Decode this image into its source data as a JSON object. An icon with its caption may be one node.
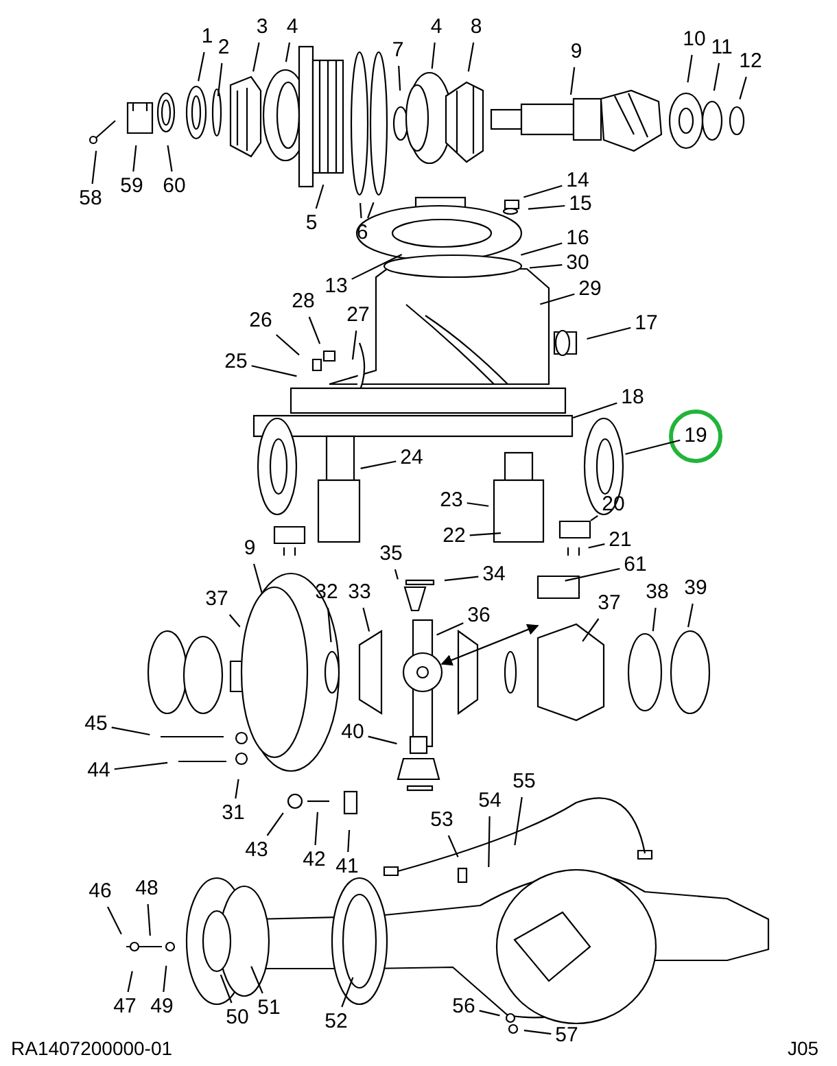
{
  "diagram": {
    "nodes": [
      {
        "text": [
          "1"
        ]
      },
      {
        "text": [
          "2"
        ]
      },
      {
        "text": [
          "3"
        ]
      },
      {
        "text": [
          "4"
        ]
      },
      {
        "text": [
          "5"
        ]
      },
      {
        "text": [
          "6"
        ]
      },
      {
        "text": [
          "7"
        ]
      },
      {
        "text": [
          "4"
        ]
      },
      {
        "text": [
          "8"
        ]
      },
      {
        "text": [
          "9"
        ]
      },
      {
        "text": [
          "10"
        ]
      },
      {
        "text": [
          "11"
        ]
      },
      {
        "text": [
          "12"
        ]
      },
      {
        "text": [
          "58"
        ]
      },
      {
        "text": [
          "59"
        ]
      },
      {
        "text": [
          "60"
        ]
      },
      {
        "text": [
          "14"
        ]
      },
      {
        "text": [
          "15"
        ]
      },
      {
        "text": [
          "13"
        ]
      },
      {
        "text": [
          "16"
        ]
      },
      {
        "text": [
          "30"
        ]
      },
      {
        "text": [
          "29"
        ]
      },
      {
        "text": [
          "17"
        ]
      },
      {
        "text": [
          "28"
        ]
      },
      {
        "text": [
          "27"
        ]
      },
      {
        "text": [
          "26"
        ]
      },
      {
        "text": [
          "25"
        ]
      },
      {
        "text": [
          "18"
        ]
      },
      {
        "text": [
          "19"
        ]
      },
      {
        "text": [
          "24"
        ]
      },
      {
        "text": [
          "23"
        ]
      },
      {
        "text": [
          "22"
        ]
      },
      {
        "text": [
          "20"
        ]
      },
      {
        "text": [
          "21"
        ]
      },
      {
        "text": [
          "9"
        ]
      },
      {
        "text": [
          "35"
        ]
      },
      {
        "text": [
          "34"
        ]
      },
      {
        "text": [
          "61"
        ]
      },
      {
        "text": [
          "37"
        ]
      },
      {
        "text": [
          "32"
        ]
      },
      {
        "text": [
          "33"
        ]
      },
      {
        "text": [
          "36"
        ]
      },
      {
        "text": [
          "37"
        ]
      },
      {
        "text": [
          "38"
        ]
      },
      {
        "text": [
          "39"
        ]
      },
      {
        "text": [
          "40"
        ]
      },
      {
        "text": [
          "45"
        ]
      },
      {
        "text": [
          "44"
        ]
      },
      {
        "text": [
          "31"
        ]
      },
      {
        "text": [
          "43"
        ]
      },
      {
        "text": [
          "42"
        ]
      },
      {
        "text": [
          "41"
        ]
      },
      {
        "text": [
          "53"
        ]
      },
      {
        "text": [
          "54"
        ]
      },
      {
        "text": [
          "55"
        ]
      },
      {
        "text": [
          "46"
        ]
      },
      {
        "text": [
          "48"
        ]
      },
      {
        "text": [
          "47"
        ]
      },
      {
        "text": [
          "49"
        ]
      },
      {
        "text": [
          "50"
        ]
      },
      {
        "text": [
          "51"
        ]
      },
      {
        "text": [
          "52"
        ]
      },
      {
        "text": [
          "56"
        ]
      },
      {
        "text": [
          "57"
        ]
      }
    ],
    "edges": [
      {
        "from": 0,
        "to": null,
        "arrow": "none"
      },
      {
        "from": 1,
        "to": null,
        "arrow": "none"
      },
      {
        "from": 2,
        "to": null,
        "arrow": "none"
      },
      {
        "from": 3,
        "to": null,
        "arrow": "none"
      },
      {
        "from": 4,
        "to": null,
        "arrow": "none"
      },
      {
        "from": 5,
        "to": null,
        "arrow": "none"
      },
      {
        "from": 5,
        "to": null,
        "arrow": "none"
      },
      {
        "from": 6,
        "to": null,
        "arrow": "none"
      },
      {
        "from": 7,
        "to": null,
        "arrow": "none"
      },
      {
        "from": 8,
        "to": null,
        "arrow": "none"
      },
      {
        "from": 9,
        "to": null,
        "arrow": "none"
      },
      {
        "from": 10,
        "to": null,
        "arrow": "none"
      },
      {
        "from": 11,
        "to": null,
        "arrow": "none"
      },
      {
        "from": 12,
        "to": null,
        "arrow": "none"
      },
      {
        "from": 13,
        "to": null,
        "arrow": "none"
      },
      {
        "from": 14,
        "to": null,
        "arrow": "none"
      },
      {
        "from": 15,
        "to": null,
        "arrow": "none"
      },
      {
        "from": 16,
        "to": null,
        "arrow": "none"
      },
      {
        "from": 17,
        "to": null,
        "arrow": "none"
      },
      {
        "from": 18,
        "to": null,
        "arrow": "none"
      },
      {
        "from": 19,
        "to": null,
        "arrow": "none"
      },
      {
        "from": 20,
        "to": null,
        "arrow": "none"
      },
      {
        "from": 21,
        "to": null,
        "arrow": "none"
      },
      {
        "from": 22,
        "to": null,
        "arrow": "none"
      },
      {
        "from": 23,
        "to": null,
        "arrow": "none"
      },
      {
        "from": 24,
        "to": null,
        "arrow": "none"
      },
      {
        "from": 25,
        "to": null,
        "arrow": "none"
      },
      {
        "from": 26,
        "to": null,
        "arrow": "none"
      },
      {
        "from": 27,
        "to": null,
        "arrow": "none"
      },
      {
        "from": 28,
        "to": null,
        "arrow": "none"
      },
      {
        "from": 29,
        "to": null,
        "arrow": "none"
      },
      {
        "from": 30,
        "to": null,
        "arrow": "none"
      },
      {
        "from": 31,
        "to": null,
        "arrow": "none"
      },
      {
        "from": 32,
        "to": null,
        "arrow": "none"
      },
      {
        "from": 33,
        "to": null,
        "arrow": "none"
      },
      {
        "from": 34,
        "to": null,
        "arrow": "none"
      },
      {
        "from": 35,
        "to": null,
        "arrow": "none"
      },
      {
        "from": 36,
        "to": null,
        "arrow": "none"
      },
      {
        "from": 37,
        "to": null,
        "arrow": "none"
      },
      {
        "from": 38,
        "to": null,
        "arrow": "none"
      },
      {
        "from": 39,
        "to": null,
        "arrow": "none"
      },
      {
        "from": 40,
        "to": null,
        "arrow": "none"
      },
      {
        "from": 41,
        "to": null,
        "arrow": "none"
      },
      {
        "from": 42,
        "to": null,
        "arrow": "none"
      },
      {
        "from": 43,
        "to": null,
        "arrow": "none"
      },
      {
        "from": 44,
        "to": null,
        "arrow": "none"
      },
      {
        "from": 45,
        "to": null,
        "arrow": "none"
      },
      {
        "from": 46,
        "to": null,
        "arrow": "none"
      },
      {
        "from": 47,
        "to": null,
        "arrow": "none"
      },
      {
        "from": 48,
        "to": null,
        "arrow": "none"
      },
      {
        "from": 49,
        "to": null,
        "arrow": "none"
      },
      {
        "from": 50,
        "to": null,
        "arrow": "none"
      },
      {
        "from": 51,
        "to": null,
        "arrow": "none"
      },
      {
        "from": 52,
        "to": null,
        "arrow": "none"
      },
      {
        "from": 53,
        "to": null,
        "arrow": "none"
      },
      {
        "from": 54,
        "to": null,
        "arrow": "none"
      },
      {
        "from": 55,
        "to": null,
        "arrow": "none"
      },
      {
        "from": 56,
        "to": null,
        "arrow": "none"
      },
      {
        "from": 57,
        "to": null,
        "arrow": "none"
      },
      {
        "from": 58,
        "to": null,
        "arrow": "none"
      },
      {
        "from": 59,
        "to": null,
        "arrow": "none"
      },
      {
        "from": 60,
        "to": null,
        "arrow": "none"
      },
      {
        "from": 61,
        "to": null,
        "arrow": "none"
      },
      {
        "from": 62,
        "to": null,
        "arrow": "none"
      },
      {
        "from": 63,
        "to": null,
        "arrow": "none"
      }
    ],
    "labels": [
      "RA1407200000-01",
      "J05"
    ]
  }
}
